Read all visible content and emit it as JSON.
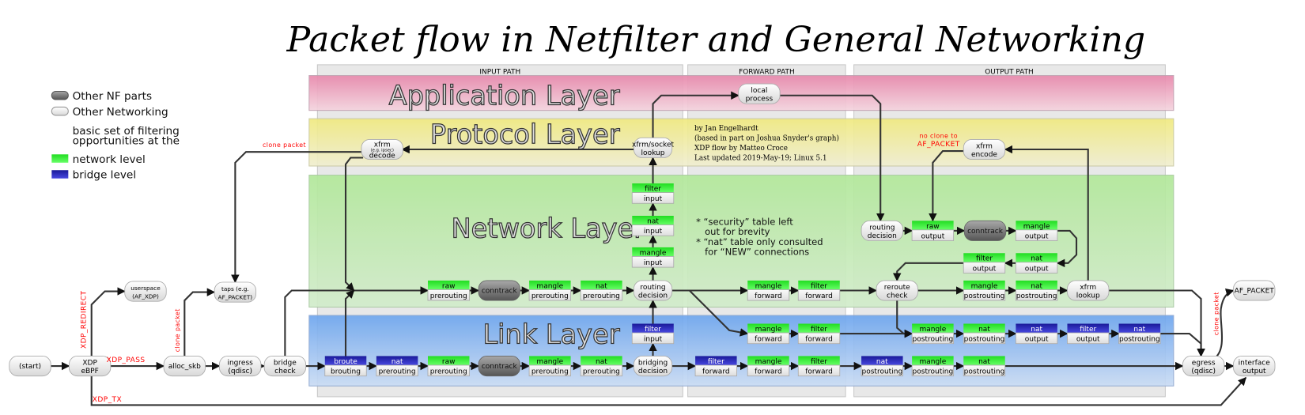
{
  "title": "Packet flow in Netfilter and General Networking",
  "paths": {
    "input": "INPUT PATH",
    "forward": "FORWARD PATH",
    "output": "OUTPUT PATH"
  },
  "layers": {
    "application": "Application Layer",
    "protocol": "Protocol Layer",
    "network": "Network Layer",
    "link": "Link Layer"
  },
  "legend": {
    "nf_parts": "Other NF parts",
    "networking": "Other Networking",
    "basic_line1": "basic set of filtering",
    "basic_line2": "opportunities at the",
    "network_level": "network level",
    "bridge_level": "bridge level"
  },
  "credits": [
    "by Jan Engelhardt",
    "(based in part on Joshua Snyder's graph)",
    "XDP flow by Matteo Croce",
    "Last updated 2019-May-19; Linux 5.1"
  ],
  "notes": [
    "* “security” table left",
    "   out for brevity",
    "* “nat” table only consulted",
    "   for “NEW” connections"
  ],
  "colors": {
    "network_level": "#33ee33",
    "bridge_level": "#2a2ac0",
    "red_label": "#ff0000",
    "application_layer": "#e890b0",
    "protocol_layer": "#f0ec90",
    "network_layer": "#b5e8a0",
    "link_layer": "#70a8f0"
  },
  "edge_labels": {
    "xdp_redirect": "XDP_REDIRECT",
    "xdp_pass": "XDP_PASS",
    "xdp_tx": "XDP_TX",
    "clone_packet_1": "clone packet",
    "clone_packet_2": "clone packet",
    "clone_packet_3": "clone packet",
    "no_clone_1": "no clone to",
    "no_clone_2": "AF_PACKET"
  },
  "nodes": {
    "start": {
      "kind": "other",
      "lines": [
        "(start)"
      ]
    },
    "xdp": {
      "kind": "other",
      "lines": [
        "XDP",
        "eBPF"
      ]
    },
    "userspace": {
      "kind": "other",
      "small": true,
      "lines": [
        "userspace",
        "(AF_XDP)"
      ]
    },
    "alloc_skb": {
      "kind": "other",
      "lines": [
        "alloc_skb"
      ]
    },
    "taps": {
      "kind": "other",
      "small": true,
      "lines": [
        "taps (e.g.",
        "AF_PACKET)"
      ]
    },
    "ingress": {
      "kind": "other",
      "lines": [
        "ingress",
        "(qdisc)"
      ]
    },
    "bridge_check": {
      "kind": "other",
      "lines": [
        "bridge",
        "check"
      ]
    },
    "xfrm_decode": {
      "kind": "other",
      "lines": [
        "xfrm",
        "(e.g. ipsec)",
        "decode"
      ]
    },
    "xfrm_socket_lookup": {
      "kind": "other",
      "lines": [
        "xfrm/socket",
        "lookup"
      ]
    },
    "local_process": {
      "kind": "other",
      "lines": [
        "local",
        "process"
      ]
    },
    "routing_decision_in": {
      "kind": "other",
      "lines": [
        "routing",
        "decision"
      ]
    },
    "bridging_decision": {
      "kind": "other",
      "lines": [
        "bridging",
        "decision"
      ]
    },
    "routing_decision_out": {
      "kind": "other",
      "lines": [
        "routing",
        "decision"
      ]
    },
    "xfrm_encode": {
      "kind": "other",
      "lines": [
        "xfrm",
        "encode"
      ]
    },
    "reroute_check": {
      "kind": "other",
      "lines": [
        "reroute",
        "check"
      ]
    },
    "xfrm_lookup": {
      "kind": "other",
      "lines": [
        "xfrm",
        "lookup"
      ]
    },
    "egress": {
      "kind": "other",
      "lines": [
        "egress",
        "(qdisc)"
      ]
    },
    "interface_output": {
      "kind": "other",
      "lines": [
        "interface",
        "output"
      ]
    },
    "af_packet": {
      "kind": "other",
      "lines": [
        "AF_PACKET"
      ]
    },
    "conntrack_net": {
      "kind": "nf",
      "lines": [
        "conntrack"
      ]
    },
    "conntrack_link": {
      "kind": "nf",
      "lines": [
        "conntrack"
      ]
    },
    "conntrack_out": {
      "kind": "nf",
      "lines": [
        "conntrack"
      ]
    },
    "net_raw_pre": {
      "kind": "table",
      "level": "network",
      "table": "raw",
      "chain": "prerouting"
    },
    "net_mangle_pre": {
      "kind": "table",
      "level": "network",
      "table": "mangle",
      "chain": "prerouting"
    },
    "net_nat_pre": {
      "kind": "table",
      "level": "network",
      "table": "nat",
      "chain": "prerouting"
    },
    "net_mangle_in": {
      "kind": "table",
      "level": "network",
      "table": "mangle",
      "chain": "input"
    },
    "net_nat_in": {
      "kind": "table",
      "level": "network",
      "table": "nat",
      "chain": "input"
    },
    "net_filter_in": {
      "kind": "table",
      "level": "network",
      "table": "filter",
      "chain": "input"
    },
    "net_mangle_fwd": {
      "kind": "table",
      "level": "network",
      "table": "mangle",
      "chain": "forward"
    },
    "net_filter_fwd": {
      "kind": "table",
      "level": "network",
      "table": "filter",
      "chain": "forward"
    },
    "net_raw_out": {
      "kind": "table",
      "level": "network",
      "table": "raw",
      "chain": "output"
    },
    "net_mangle_out": {
      "kind": "table",
      "level": "network",
      "table": "mangle",
      "chain": "output"
    },
    "net_filter_out": {
      "kind": "table",
      "level": "network",
      "table": "filter",
      "chain": "output"
    },
    "net_nat_out": {
      "kind": "table",
      "level": "network",
      "table": "nat",
      "chain": "output"
    },
    "net_mangle_post": {
      "kind": "table",
      "level": "network",
      "table": "mangle",
      "chain": "postrouting"
    },
    "net_nat_post": {
      "kind": "table",
      "level": "network",
      "table": "nat",
      "chain": "postrouting"
    },
    "br_broute": {
      "kind": "table",
      "level": "bridge",
      "table": "broute",
      "chain": "brouting"
    },
    "br_nat_pre": {
      "kind": "table",
      "level": "bridge",
      "table": "nat",
      "chain": "prerouting"
    },
    "lk_raw_pre": {
      "kind": "table",
      "level": "network",
      "table": "raw",
      "chain": "prerouting"
    },
    "lk_mangle_pre": {
      "kind": "table",
      "level": "network",
      "table": "mangle",
      "chain": "prerouting"
    },
    "lk_nat_pre": {
      "kind": "table",
      "level": "network",
      "table": "nat",
      "chain": "prerouting"
    },
    "br_filter_in": {
      "kind": "table",
      "level": "bridge",
      "table": "filter",
      "chain": "input"
    },
    "br_filter_fwd": {
      "kind": "table",
      "level": "bridge",
      "table": "filter",
      "chain": "forward"
    },
    "lk_mangle_fwd": {
      "kind": "table",
      "level": "network",
      "table": "mangle",
      "chain": "forward"
    },
    "lk_filter_fwd": {
      "kind": "table",
      "level": "network",
      "table": "filter",
      "chain": "forward"
    },
    "lk_mangle_fwd2": {
      "kind": "table",
      "level": "network",
      "table": "mangle",
      "chain": "forward"
    },
    "lk_filter_fwd2": {
      "kind": "table",
      "level": "network",
      "table": "filter",
      "chain": "forward"
    },
    "br_nat_post": {
      "kind": "table",
      "level": "bridge",
      "table": "nat",
      "chain": "postrouting"
    },
    "lk_mangle_post": {
      "kind": "table",
      "level": "network",
      "table": "mangle",
      "chain": "postrouting"
    },
    "lk_nat_post": {
      "kind": "table",
      "level": "network",
      "table": "nat",
      "chain": "postrouting"
    },
    "lk_mangle_post2": {
      "kind": "table",
      "level": "network",
      "table": "mangle",
      "chain": "postrouting"
    },
    "lk_nat_post2": {
      "kind": "table",
      "level": "network",
      "table": "nat",
      "chain": "postrouting"
    },
    "br_nat_out": {
      "kind": "table",
      "level": "bridge",
      "table": "nat",
      "chain": "output"
    },
    "br_filter_out": {
      "kind": "table",
      "level": "bridge",
      "table": "filter",
      "chain": "output"
    },
    "br_nat_post2": {
      "kind": "table",
      "level": "bridge",
      "table": "nat",
      "chain": "postrouting"
    }
  }
}
